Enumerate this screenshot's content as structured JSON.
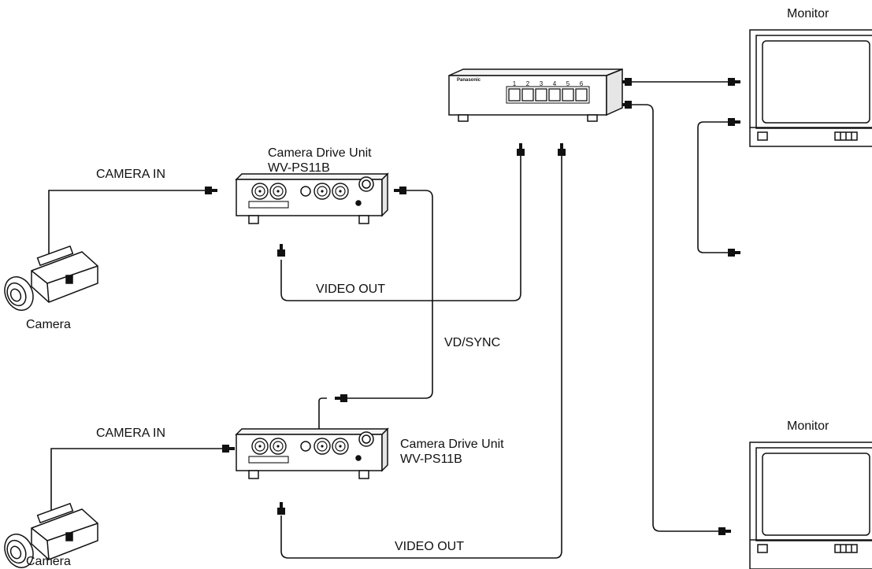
{
  "labels": {
    "monitor_top": "Monitor",
    "monitor_bottom": "Monitor",
    "drive_unit_top_line1": "Camera Drive Unit",
    "drive_unit_top_line2": "WV-PS11B",
    "drive_unit_bottom_line1": "Camera Drive Unit",
    "drive_unit_bottom_line2": "WV-PS11B",
    "camera_in_top": "CAMERA IN",
    "camera_in_bottom": "CAMERA IN",
    "video_out_top": "VIDEO OUT",
    "video_out_bottom": "VIDEO OUT",
    "vd_sync": "VD/SYNC",
    "camera_top": "Camera",
    "camera_bottom": "Camera"
  },
  "switcher": {
    "brand": "Panasonic",
    "buttons": [
      "1",
      "2",
      "3",
      "4",
      "5",
      "6"
    ]
  }
}
